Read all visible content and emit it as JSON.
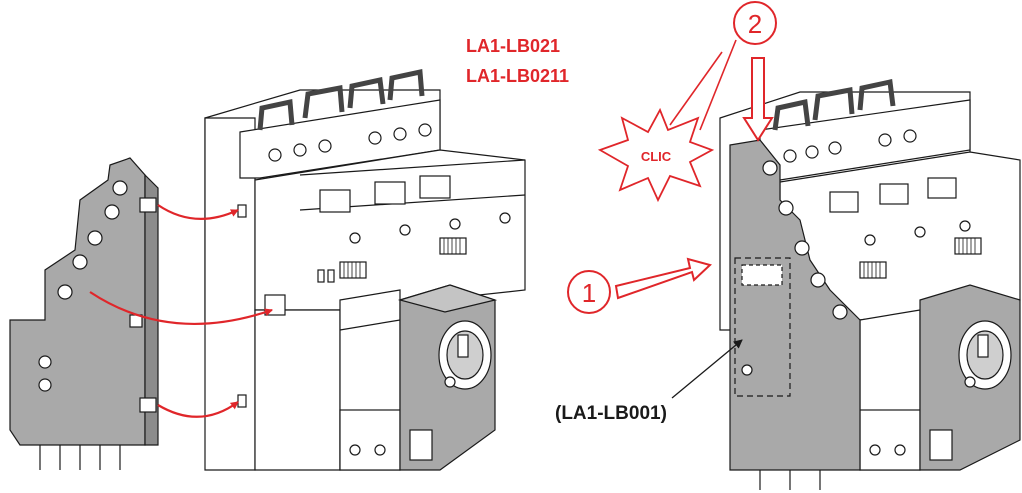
{
  "labels": {
    "ref_top_1": "LA1-LB021",
    "ref_top_2": "LA1-LB0211",
    "clic": "CLIC",
    "step_1": "1",
    "step_2": "2",
    "ref_bottom": "(LA1-LB001)"
  },
  "colors": {
    "accent_red": "#e0262a",
    "line": "#1a1a1a",
    "module_gray": "#a9a9a9",
    "body_white": "#ffffff"
  },
  "icons": [
    "curved-arrow-icon",
    "right-arrow-icon",
    "down-arrow-icon",
    "burst-icon"
  ]
}
